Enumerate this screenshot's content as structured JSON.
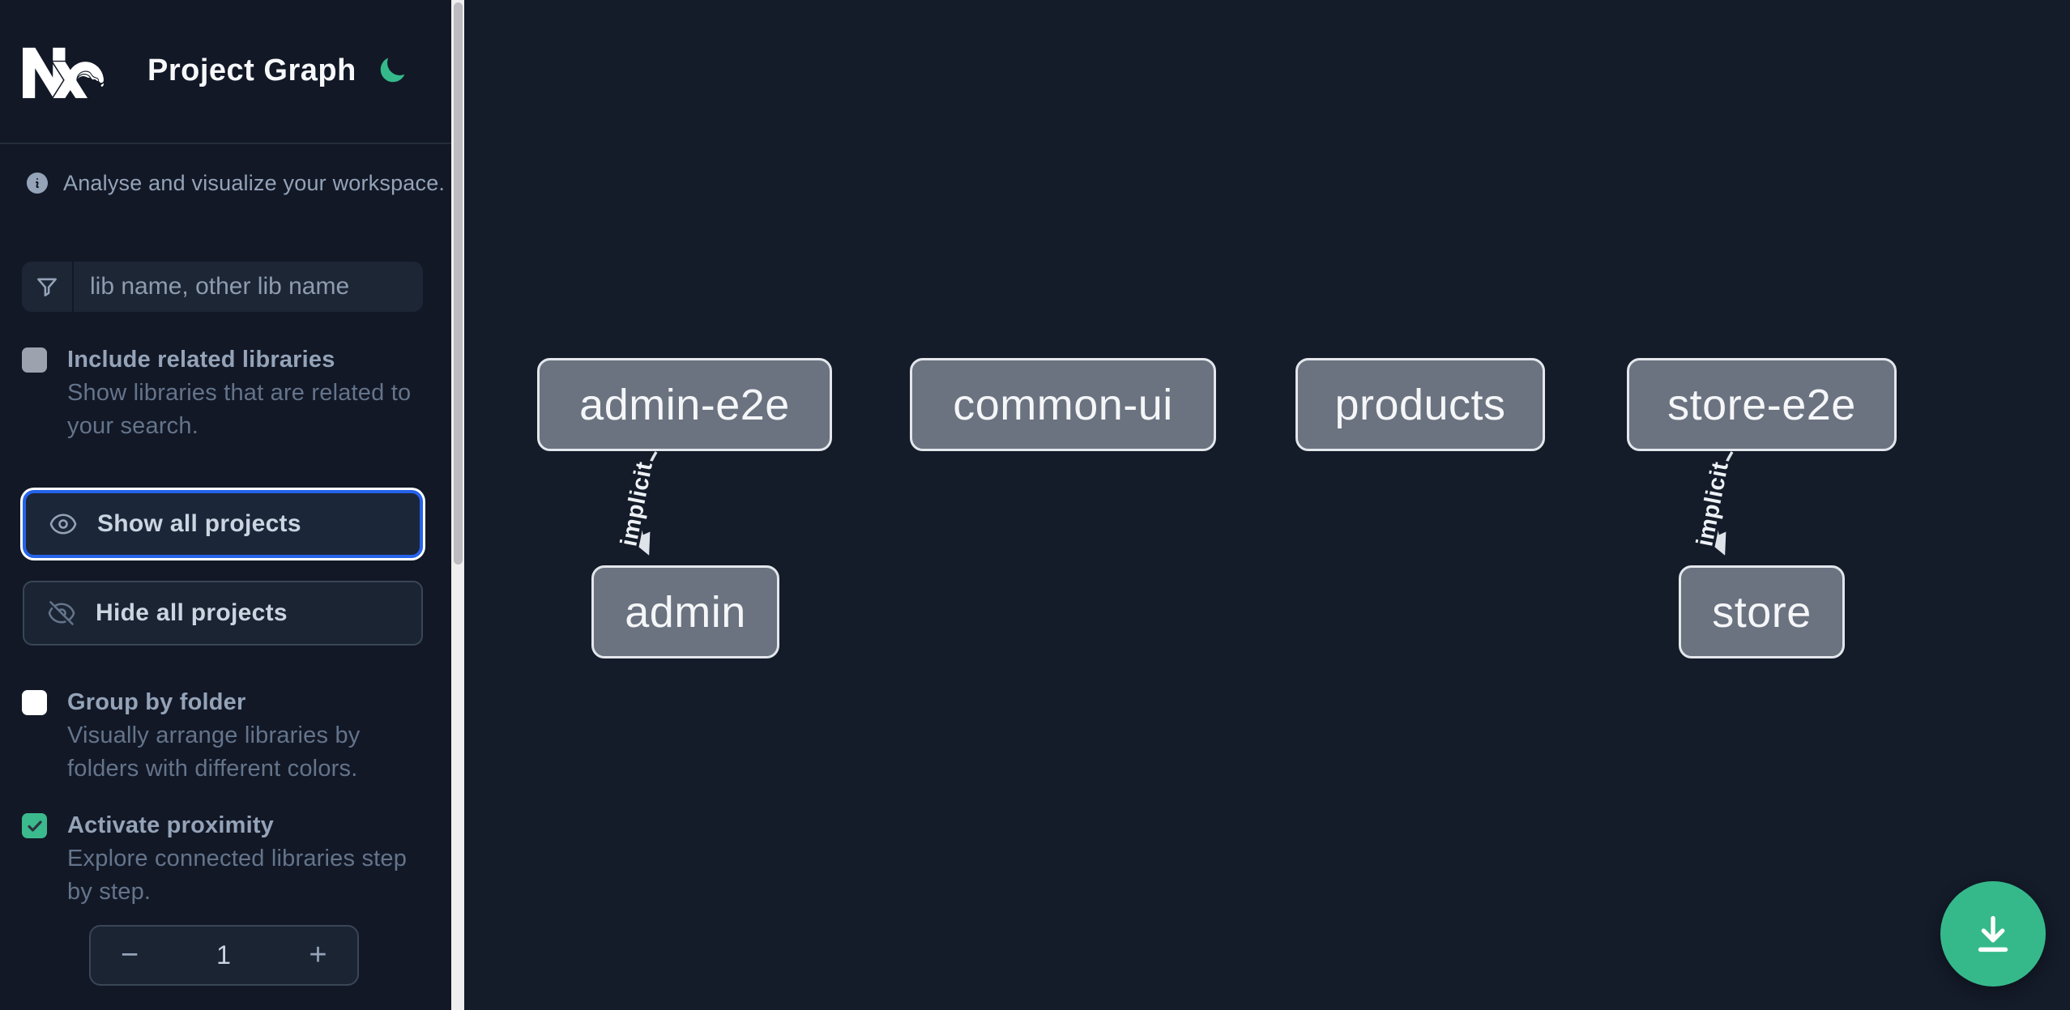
{
  "colors": {
    "sidebar_bg": "#121826",
    "canvas_bg": "#141b29",
    "accent_green": "#35b98b",
    "focus_blue": "#2563eb",
    "node_fill": "#6b7280",
    "node_border": "#e3e7ec"
  },
  "header": {
    "title": "Project Graph",
    "logo_icon": "nx-logo",
    "theme_icon": "moon-icon"
  },
  "sidebar": {
    "tagline": "Analyse and visualize your workspace.",
    "filter": {
      "placeholder": "lib name, other lib name",
      "icon": "funnel-icon"
    },
    "options": [
      {
        "label": "Include related libraries",
        "description": "Show libraries that are related to your search.",
        "checked": false,
        "style": "gray"
      },
      {
        "label": "Group by folder",
        "description": "Visually arrange libraries by folders with different colors.",
        "checked": false,
        "style": "white"
      },
      {
        "label": "Activate proximity",
        "description": "Explore connected libraries step by step.",
        "checked": true,
        "style": "green"
      }
    ],
    "buttons": [
      {
        "label": "Show all projects",
        "icon": "eye-icon",
        "focused": true
      },
      {
        "label": "Hide all projects",
        "icon": "eye-slash-icon",
        "focused": false
      }
    ],
    "stepper": {
      "decrement": "−",
      "value": "1",
      "increment": "+"
    }
  },
  "graph": {
    "nodes": [
      {
        "label": "admin-e2e"
      },
      {
        "label": "common-ui"
      },
      {
        "label": "products"
      },
      {
        "label": "store-e2e"
      },
      {
        "label": "admin"
      },
      {
        "label": "store"
      }
    ],
    "edges": [
      {
        "from": "admin-e2e",
        "to": "admin",
        "label": "implicit"
      },
      {
        "from": "store-e2e",
        "to": "store",
        "label": "implicit"
      }
    ]
  },
  "fab": {
    "icon": "download-icon"
  }
}
